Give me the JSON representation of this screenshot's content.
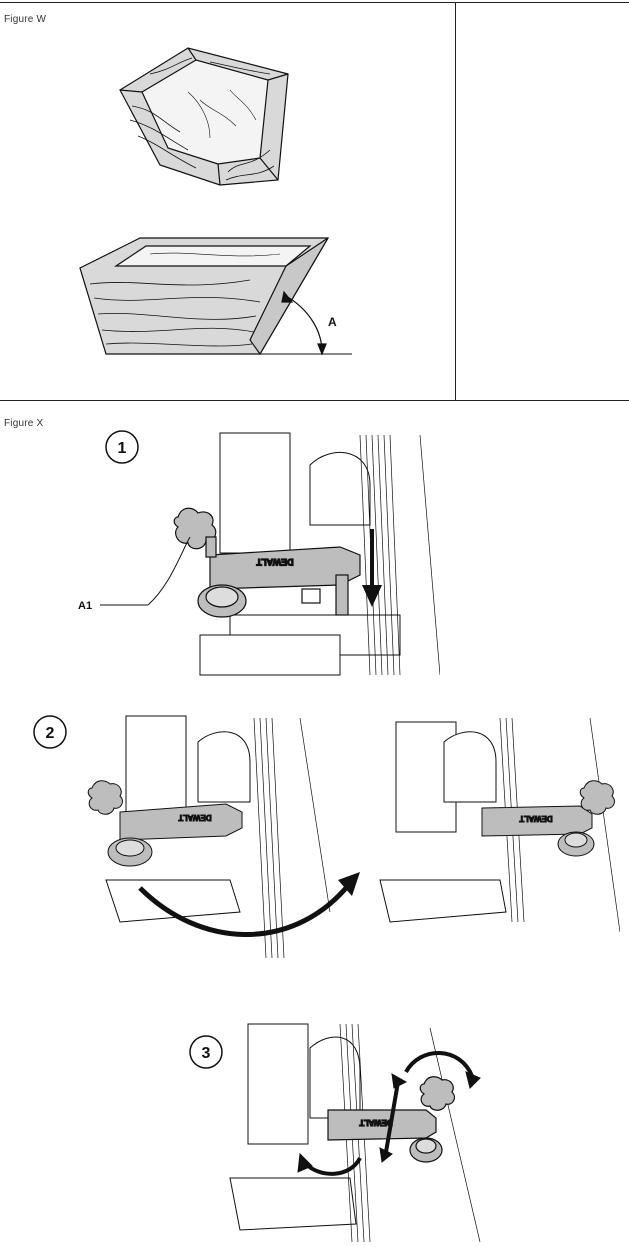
{
  "figure_w": {
    "label": "Figure W",
    "angle_label": "A"
  },
  "figure_x": {
    "label": "Figure X",
    "callout_label": "A1",
    "steps": [
      "1",
      "2",
      "3"
    ],
    "brand_text": "DEWALT"
  },
  "colors": {
    "line": "#111111",
    "wood_fill": "#d9d9d9",
    "metal_fill": "#bdbdbd",
    "background": "#ffffff"
  }
}
